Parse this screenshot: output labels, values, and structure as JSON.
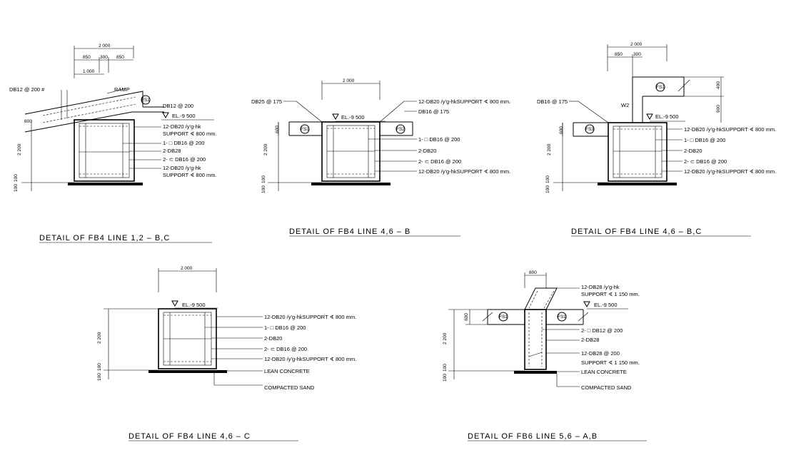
{
  "details": [
    {
      "title": "DETAIL   OF   FB4   LINE   1,2 – B,C",
      "dims": [
        "2 000",
        "850",
        "300",
        "850",
        "1 000",
        "800",
        "2 200",
        "100",
        "100"
      ],
      "notes": [
        "DB12 @ 200 #",
        "RAMP",
        "FS1",
        "DB12 @ 200",
        "EL.-9 500",
        "12-DB20 /y'g-hk",
        "SUPPORT ∢ 800 mm.",
        "1- □ DB16 @ 200",
        "2-DB28",
        "2- ⊂ DB16 @ 200",
        "12-DB20 /y'g-hk",
        "SUPPORT ∢ 800 mm."
      ]
    },
    {
      "title": "DETAIL   OF   FB4   LINE   4,6 – B",
      "dims": [
        "2 000",
        "600",
        "2 200",
        "100",
        "100"
      ],
      "notes": [
        "DB25 @ 175",
        "12-DB20 /y'g-hkSUPPORT ∢ 800 mm.",
        "EL.-9 500",
        "DB16 @ 175",
        "FS1",
        "FS2",
        "1- □ DB16 @ 200",
        "2-DB20",
        "2- ⊂ DB16 @ 200",
        "12-DB20 /y'g-hkSUPPORT ∢ 800 mm."
      ]
    },
    {
      "title": "DETAIL   OF   FB4   LINE   4,6 – B,C",
      "dims": [
        "2 000",
        "850",
        "300",
        "400",
        "900",
        "600",
        "2 200",
        "100",
        "100"
      ],
      "notes": [
        "FS1",
        "DB16 @ 175",
        "W2",
        "EL.-9 500",
        "FS3",
        "12-DB20 /y'g-hkSUPPORT ∢ 800 mm.",
        "1- □ DB16 @ 200",
        "2-DB20",
        "2- ⊂ DB16 @ 200",
        "12-DB20 /y'g-hkSUPPORT ∢ 800 mm."
      ]
    },
    {
      "title": "DETAIL   OF   FB4   LINE   4,6 – C",
      "dims": [
        "2 000",
        "2 200",
        "100",
        "100"
      ],
      "notes": [
        "EL.-9 500",
        "12-DB20 /y'g-hkSUPPORT ∢ 800 mm.",
        "1- □ DB16 @ 200",
        "2-DB20",
        "2- ⊂ DB16 @ 200",
        "12-DB20 /y'g-hkSUPPORT ∢ 800 mm.",
        "LEAN CONCRETE",
        "COMPACTED SAND"
      ]
    },
    {
      "title": "DETAIL   OF   FB6   LINE   5,6 – A,B",
      "dims": [
        "800",
        "600",
        "2 200",
        "100",
        "100"
      ],
      "notes": [
        "12-DB28 /y'g-hk",
        "SUPPORT ∢ 1 150 mm.",
        "EL.-9 500",
        "FS1",
        "FS1",
        "2- □ DB12 @ 200",
        "2-DB28",
        "12-DB28 @ 200",
        "SUPPORT ∢ 1 150 mm.",
        "LEAN CONCRETE",
        "COMPACTED SAND"
      ]
    }
  ]
}
